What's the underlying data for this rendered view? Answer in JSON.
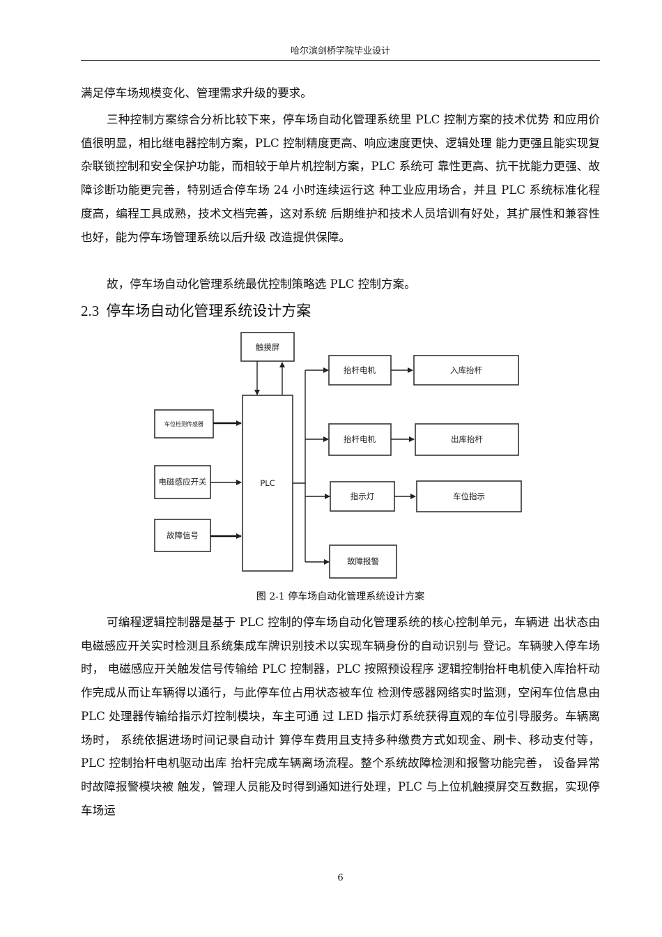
{
  "header": {
    "title": "哈尔滨剑桥学院毕业设计"
  },
  "paragraphs": {
    "p1": "满足停车场规模变化、管理需求升级的要求。",
    "p2": "三种控制方案综合分析比较下来，停车场自动化管理系统里 PLC 控制方案的技术优势 和应用价值很明显，相比继电器控制方案，PLC 控制精度更高、响应速度更快、逻辑处理 能力更强且能实现复杂联锁控制和安全保护功能，而相较于单片机控制方案，PLC 系统可 靠性更高、抗干扰能力更强、故障诊断功能更完善，特别适合停车场 24 小时连续运行这 种工业应用场合，并且 PLC 系统标准化程度高，编程工具成熟，技术文档完善，这对系统 后期维护和技术人员培训有好处，其扩展性和兼容性也好，能为停车场管理系统以后升级 改造提供保障。",
    "p3": "故，停车场自动化管理系统最优控制策略选 PLC 控制方案。",
    "p4": "可编程逻辑控制器是基于 PLC 控制的停车场自动化管理系统的核心控制单元，车辆进 出状态由电磁感应开关实时检测且系统集成车牌识别技术以实现车辆身份的自动识别与 登记。车辆驶入停车场时， 电磁感应开关触发信号传输给 PLC 控制器，PLC 按照预设程序 逻辑控制抬杆电机使入库抬杆动作完成从而让车辆得以通行，与此停车位占用状态被车位 检测传感器网络实时监测，空闲车位信息由 PLC 处理器传输给指示灯控制模块，车主可通 过 LED 指示灯系统获得直观的车位引导服务。车辆离场时， 系统依据进场时间记录自动计 算停车费用且支持多种缴费方式如现金、刷卡、移动支付等， PLC 控制抬杆电机驱动出库 抬杆完成车辆离场流程。整个系统故障检测和报警功能完善， 设备异常时故障报警模块被 触发，管理人员能及时得到通知进行处理，PLC 与上位机触摸屏交互数据，实现停车场运"
  },
  "section": {
    "number": "2.3",
    "title": "停车场自动化管理系统设计方案"
  },
  "diagram": {
    "touchscreen": "触摸屏",
    "plc": "PLC",
    "sensor": "车位检测传感器",
    "emswitch": "电磁感应开关",
    "faultsig": "故障信号",
    "motor1": "抬杆电机",
    "inbar": "入库抬杆",
    "motor2": "抬杆电机",
    "outbar": "出库抬杆",
    "light": "指示灯",
    "spot": "车位指示",
    "alarm": "故障报警"
  },
  "figure": {
    "caption": "图 2-1 停车场自动化管理系统设计方案"
  },
  "page": {
    "number": "6"
  }
}
